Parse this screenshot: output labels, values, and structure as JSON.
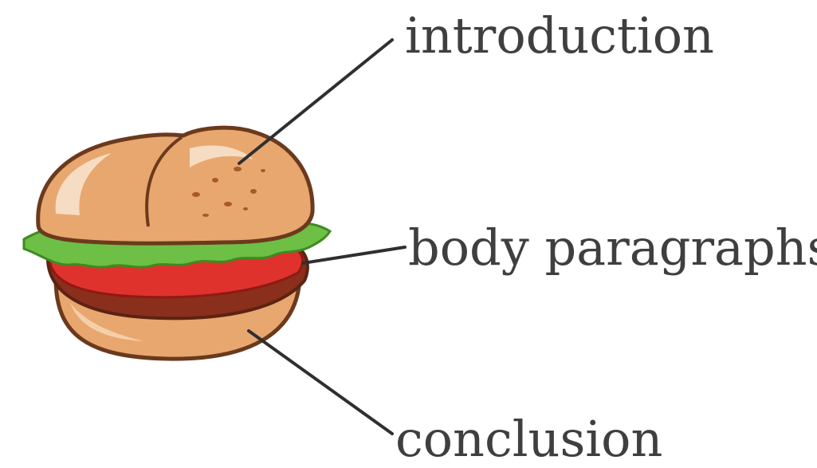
{
  "diagram": {
    "labels": {
      "introduction": "introduction",
      "body": "body paragraphs",
      "conclusion": "conclusion"
    },
    "colors": {
      "bun": "#e8a76f",
      "bun_highlight": "#f6dcc2",
      "lettuce": "#6dbf45",
      "tomato": "#e0322c",
      "patty": "#8a2f1c",
      "outline": "#6b3a1d",
      "leader_line": "#2f2f2f",
      "text": "#3f3f3f"
    },
    "illustration": "hamburger"
  }
}
